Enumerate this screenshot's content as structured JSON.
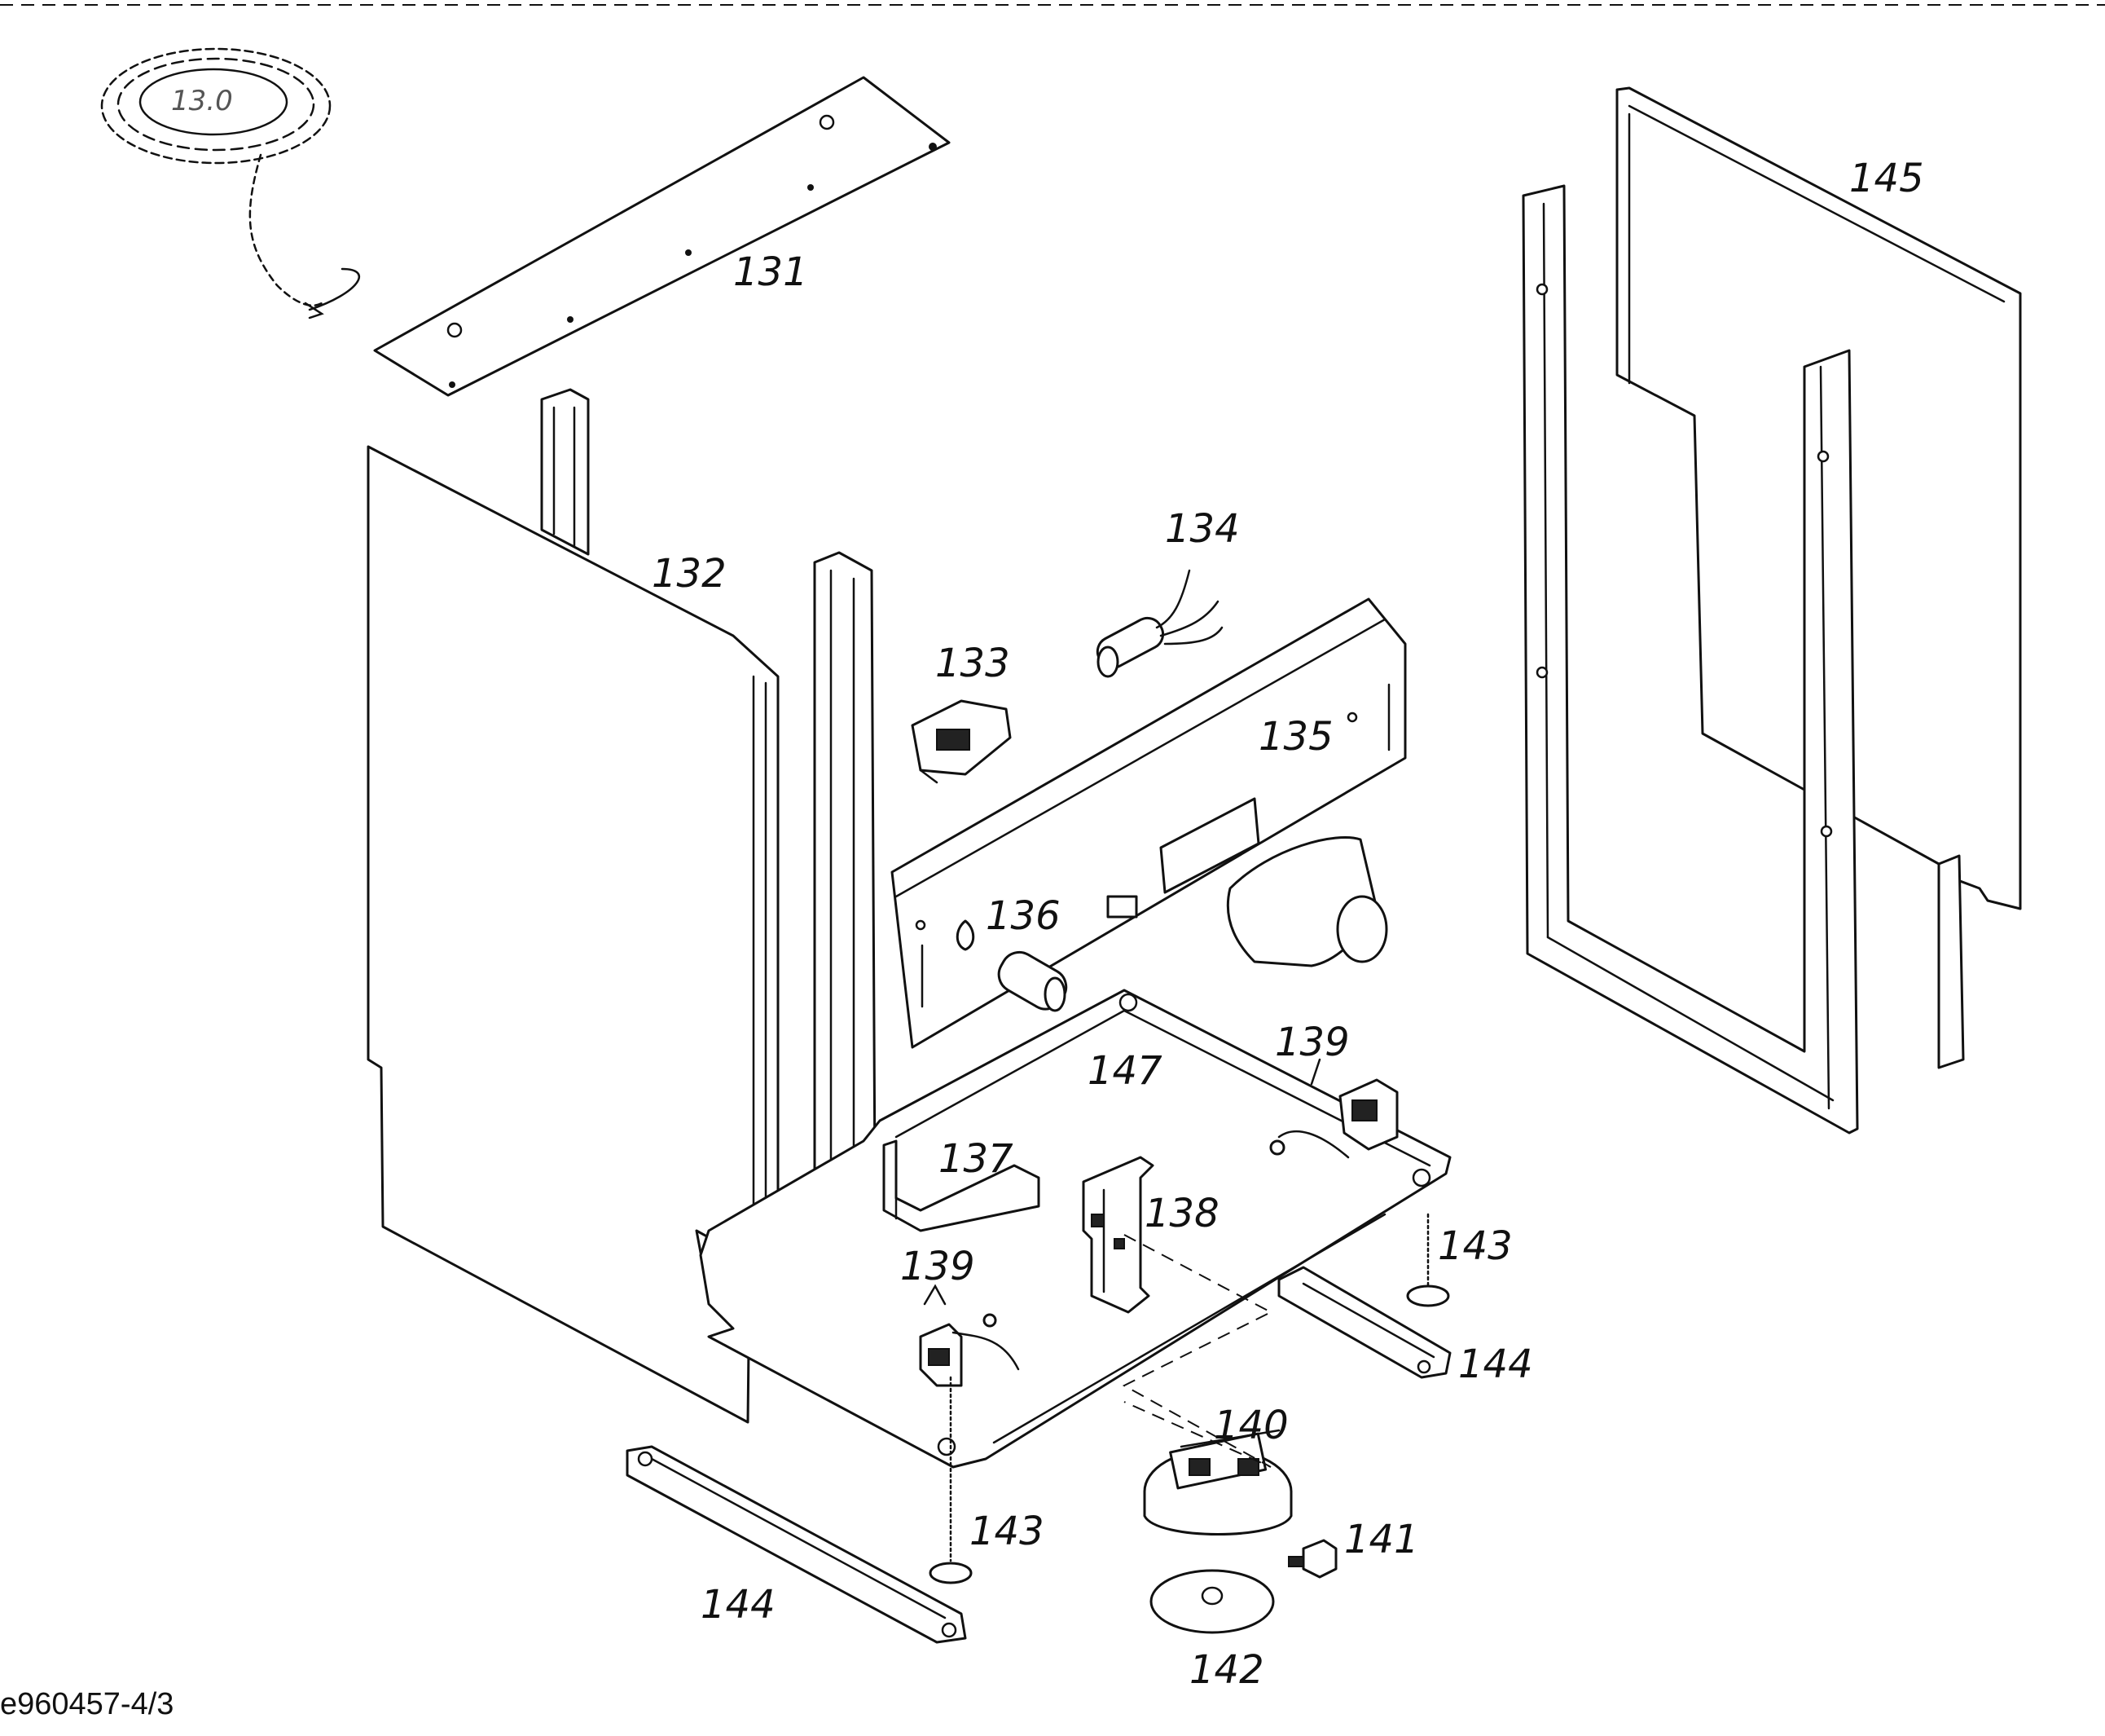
{
  "labels": {
    "l130": "13.0",
    "l131": "131",
    "l132": "132",
    "l133": "133",
    "l134": "134",
    "l135": "135",
    "l136": "136",
    "l137": "137",
    "l138": "138",
    "l139a": "139",
    "l139b": "139",
    "l140": "140",
    "l141": "141",
    "l142": "142",
    "l143a": "143",
    "l143b": "143",
    "l144a": "144",
    "l144b": "144",
    "l145": "145",
    "l147": "147"
  },
  "reference_code": "e960457-4/3"
}
